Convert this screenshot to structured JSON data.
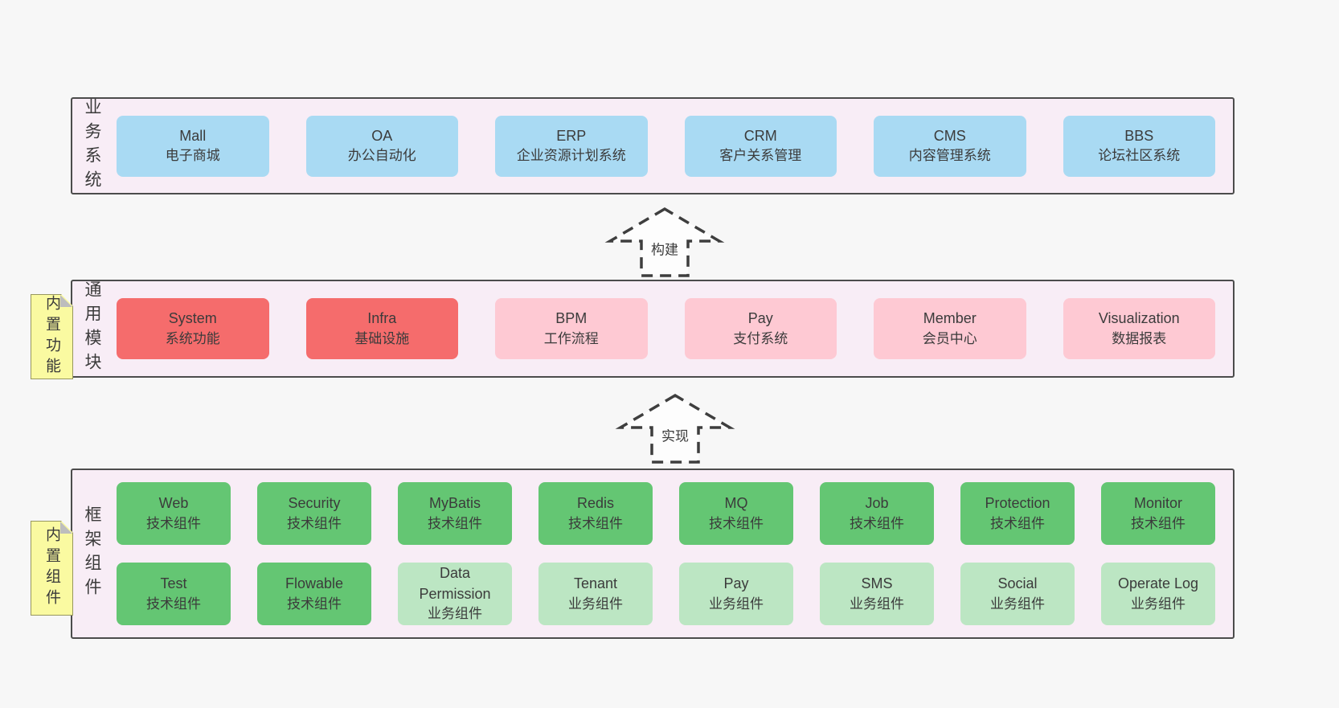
{
  "layers": {
    "business": {
      "label": "业务系统",
      "boxes": [
        {
          "title": "Mall",
          "subtitle": "电子商城",
          "color": "blue"
        },
        {
          "title": "OA",
          "subtitle": "办公自动化",
          "color": "blue"
        },
        {
          "title": "ERP",
          "subtitle": "企业资源计划系统",
          "color": "blue"
        },
        {
          "title": "CRM",
          "subtitle": "客户关系管理",
          "color": "blue"
        },
        {
          "title": "CMS",
          "subtitle": "内容管理系统",
          "color": "blue"
        },
        {
          "title": "BBS",
          "subtitle": "论坛社区系统",
          "color": "blue"
        }
      ]
    },
    "modules": {
      "label": "通用模块",
      "note": "内置功能",
      "boxes": [
        {
          "title": "System",
          "subtitle": "系统功能",
          "color": "red"
        },
        {
          "title": "Infra",
          "subtitle": "基础设施",
          "color": "red"
        },
        {
          "title": "BPM",
          "subtitle": "工作流程",
          "color": "pink"
        },
        {
          "title": "Pay",
          "subtitle": "支付系统",
          "color": "pink"
        },
        {
          "title": "Member",
          "subtitle": "会员中心",
          "color": "pink"
        },
        {
          "title": "Visualization",
          "subtitle": "数据报表",
          "color": "pink"
        }
      ]
    },
    "framework": {
      "label": "框架组件",
      "note": "内置组件",
      "rows": [
        [
          {
            "title": "Web",
            "subtitle": "技术组件",
            "color": "green"
          },
          {
            "title": "Security",
            "subtitle": "技术组件",
            "color": "green"
          },
          {
            "title": "MyBatis",
            "subtitle": "技术组件",
            "color": "green"
          },
          {
            "title": "Redis",
            "subtitle": "技术组件",
            "color": "green"
          },
          {
            "title": "MQ",
            "subtitle": "技术组件",
            "color": "green"
          },
          {
            "title": "Job",
            "subtitle": "技术组件",
            "color": "green"
          },
          {
            "title": "Protection",
            "subtitle": "技术组件",
            "color": "green"
          },
          {
            "title": "Monitor",
            "subtitle": "技术组件",
            "color": "green"
          }
        ],
        [
          {
            "title": "Test",
            "subtitle": "技术组件",
            "color": "green"
          },
          {
            "title": "Flowable",
            "subtitle": "技术组件",
            "color": "green"
          },
          {
            "title": "Data Permission",
            "subtitle": "业务组件",
            "color": "lightgreen"
          },
          {
            "title": "Tenant",
            "subtitle": "业务组件",
            "color": "lightgreen"
          },
          {
            "title": "Pay",
            "subtitle": "业务组件",
            "color": "lightgreen"
          },
          {
            "title": "SMS",
            "subtitle": "业务组件",
            "color": "lightgreen"
          },
          {
            "title": "Social",
            "subtitle": "业务组件",
            "color": "lightgreen"
          },
          {
            "title": "Operate Log",
            "subtitle": "业务组件",
            "color": "lightgreen"
          }
        ]
      ]
    }
  },
  "arrows": [
    {
      "label": "构建"
    },
    {
      "label": "实现"
    }
  ],
  "colors": {
    "blue": "#a9daf3",
    "red": "#f56c6c",
    "pink": "#fec9d3",
    "green": "#64c673",
    "lightgreen": "#bce6c3",
    "panel_bg": "#f8edf6",
    "sticky_bg": "#fafaa1",
    "page_bg": "#f7f7f7",
    "border": "#4c4c4c",
    "text": "#3b3b3b"
  }
}
